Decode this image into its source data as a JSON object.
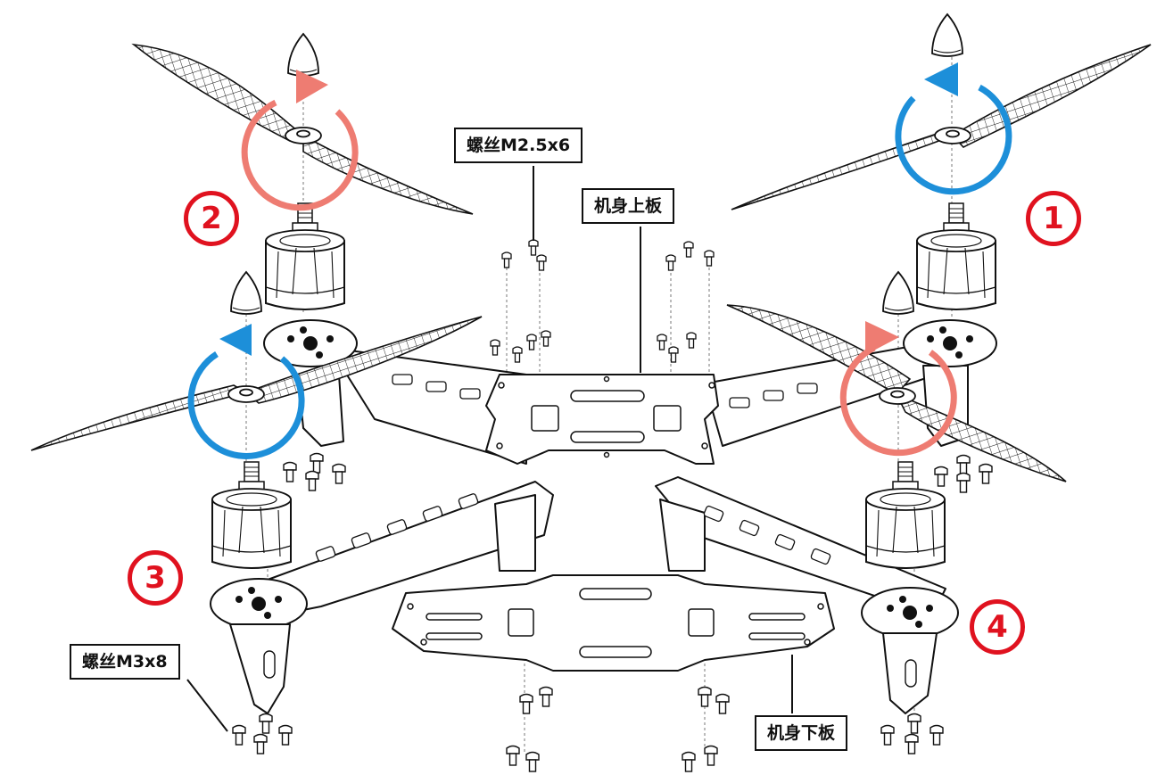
{
  "colors": {
    "line": "#111111",
    "badge_red": "#e0121f",
    "cw_arrow": "#ee7c72",
    "ccw_arrow": "#1d8fd9"
  },
  "callouts": {
    "screw_m25": "螺丝M2.5x6",
    "top_plate": "机身上板",
    "screw_m3": "螺丝M3x8",
    "bottom_plate": "机身下板"
  },
  "badges": {
    "motor_1": "1",
    "motor_2": "2",
    "motor_3": "3",
    "motor_4": "4"
  },
  "icons": {
    "cw": "rotation-arrow-clockwise-icon",
    "ccw": "rotation-arrow-counterclockwise-icon"
  }
}
